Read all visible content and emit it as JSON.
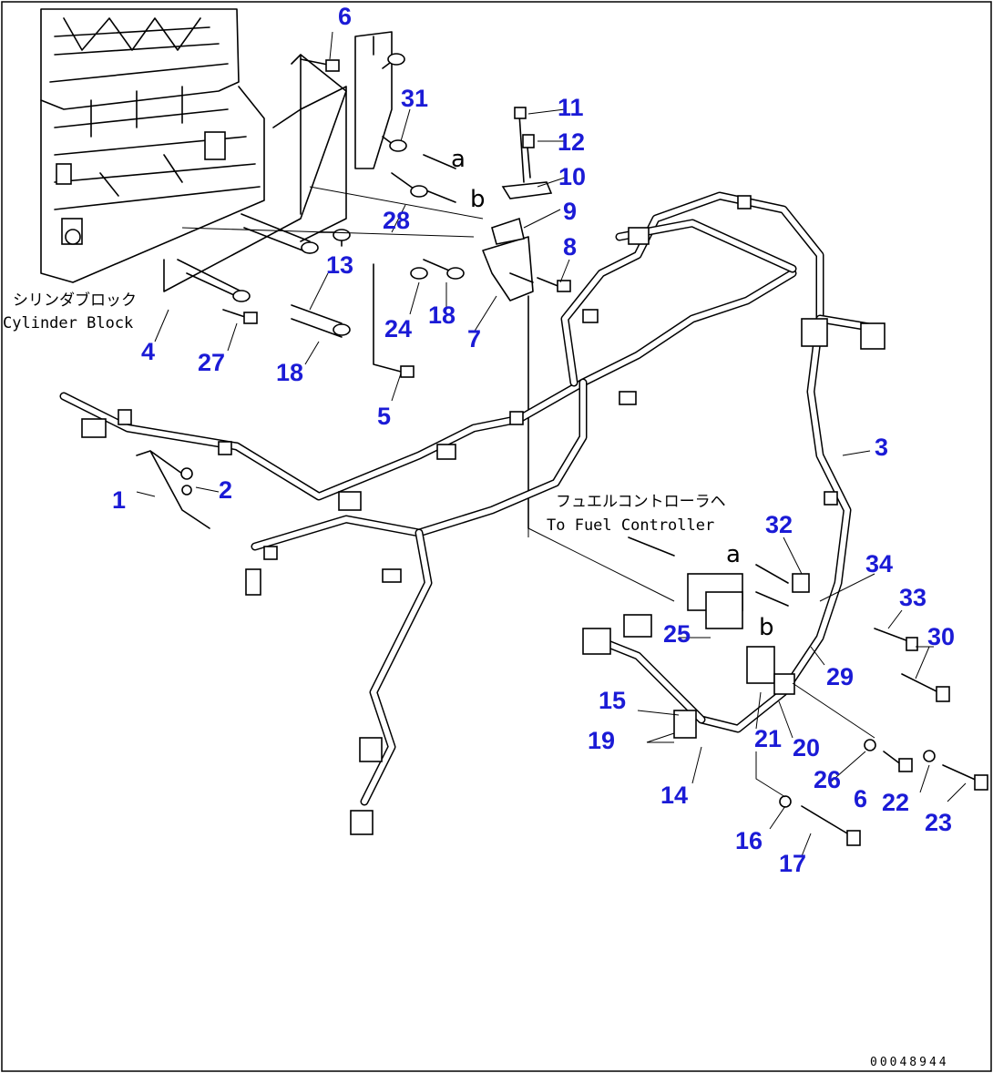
{
  "notes": {
    "cylinder_block_jp": "シリンダブロック",
    "cylinder_block_en": "Cylinder Block",
    "fuel_controller_jp": "フュエルコントローラヘ",
    "fuel_controller_en": "To Fuel Controller"
  },
  "drawing_code": "00048944",
  "view_letters": [
    "a",
    "b",
    "a",
    "b"
  ],
  "part_labels": [
    "1",
    "2",
    "3",
    "4",
    "5",
    "6",
    "7",
    "8",
    "9",
    "10",
    "11",
    "12",
    "13",
    "14",
    "15",
    "16",
    "17",
    "18",
    "18",
    "19",
    "20",
    "21",
    "22",
    "23",
    "24",
    "25",
    "26",
    "27",
    "28",
    "29",
    "30",
    "31",
    "32",
    "33",
    "34",
    "6"
  ],
  "colors": {
    "label": "#1b1bd6",
    "line": "#000000"
  }
}
